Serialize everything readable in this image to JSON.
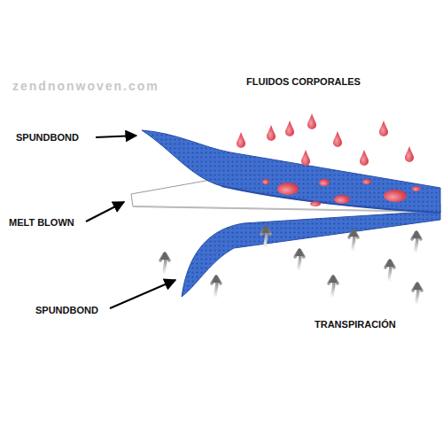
{
  "diagram": {
    "labels": [
      "zendnonwoven.com",
      "FLUIDOS CORPORALES",
      "SPUNDBOND",
      "MELT BLOWN",
      "SPUNDBOND",
      "TRANSPIRACIÓN"
    ]
  }
}
